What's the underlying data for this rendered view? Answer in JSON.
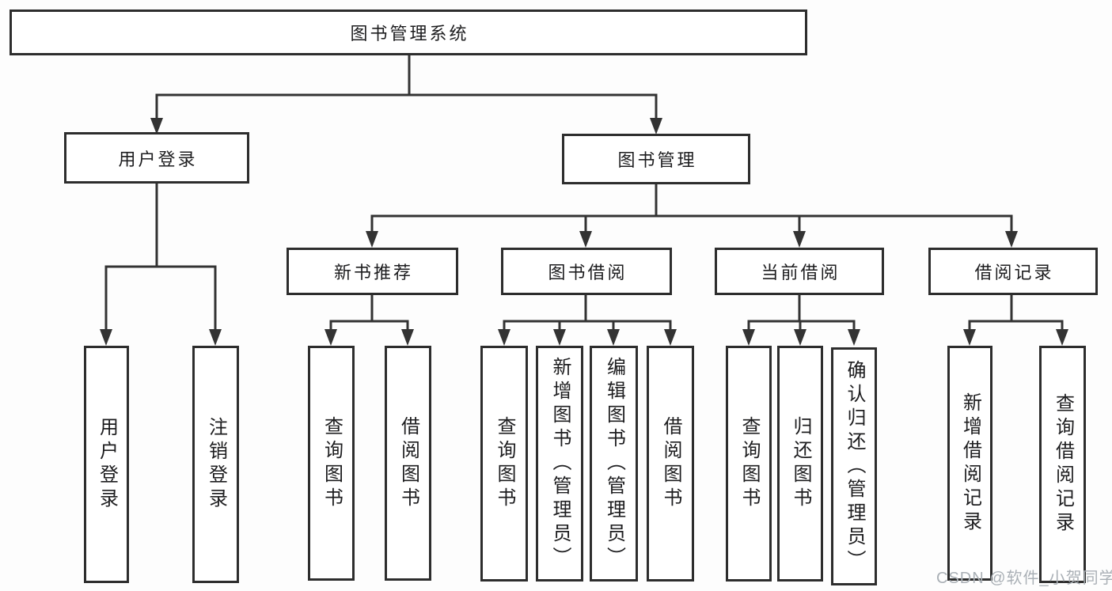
{
  "nodes": {
    "root": {
      "label": "图书管理系统"
    },
    "user_login": {
      "label": "用户登录"
    },
    "book_mgmt": {
      "label": "图书管理"
    },
    "new_book_rec": {
      "label": "新书推荐"
    },
    "book_borrow": {
      "label": "图书借阅"
    },
    "current_borrow": {
      "label": "当前借阅"
    },
    "borrow_records": {
      "label": "借阅记录"
    },
    "leaf_user_login": {
      "label": "用户登录"
    },
    "leaf_logout": {
      "label": "注销登录"
    },
    "leaf_query_book_1": {
      "label": "查询图书"
    },
    "leaf_borrow_book_1": {
      "label": "借阅图书"
    },
    "leaf_query_book_2": {
      "label": "查询图书"
    },
    "leaf_add_book": {
      "label": "新增图书（管理员）"
    },
    "leaf_edit_book": {
      "label": "编辑图书（管理员）"
    },
    "leaf_borrow_book_2": {
      "label": "借阅图书"
    },
    "leaf_query_book_3": {
      "label": "查询图书"
    },
    "leaf_return_book": {
      "label": "归还图书"
    },
    "leaf_confirm_return": {
      "label": "确认归还（管理员）"
    },
    "leaf_add_record": {
      "label": "新增借阅记录"
    },
    "leaf_query_record": {
      "label": "查询借阅记录"
    }
  },
  "hierarchy": {
    "图书管理系统": {
      "用户登录": [
        "用户登录",
        "注销登录"
      ],
      "图书管理": {
        "新书推荐": [
          "查询图书",
          "借阅图书"
        ],
        "图书借阅": [
          "查询图书",
          "新增图书（管理员）",
          "编辑图书（管理员）",
          "借阅图书"
        ],
        "当前借阅": [
          "查询图书",
          "归还图书",
          "确认归还（管理员）"
        ],
        "借阅记录": [
          "新增借阅记录",
          "查询借阅记录"
        ]
      }
    }
  },
  "watermark": {
    "text": "CSDN @软件_小贺同学"
  },
  "colors": {
    "line": "#333333",
    "border": "#2d2d2d",
    "text": "#1d1d1f",
    "watermark": "#aab0b6",
    "background": "#ffffff"
  }
}
